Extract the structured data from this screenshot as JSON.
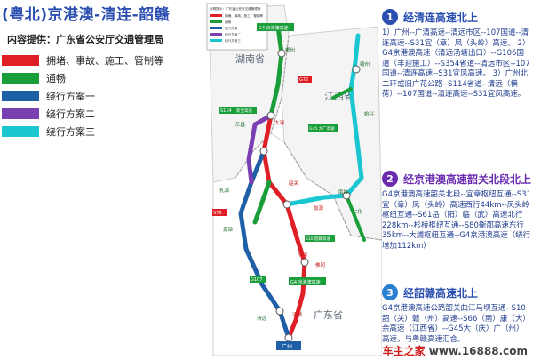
{
  "title": "(粤北)京港澳-清连-韶赣",
  "legend": {
    "source": "内容提供：广东省公安厅交通管理局",
    "items": [
      {
        "label": "拥堵、事故、施工、管制等",
        "color": "#e01e25"
      },
      {
        "label": "通畅",
        "color": "#1a9e3a"
      },
      {
        "label": "绕行方案一",
        "color": "#1f5fa8"
      },
      {
        "label": "绕行方案二",
        "color": "#7a3fb0"
      },
      {
        "label": "绕行方案三",
        "color": "#1ac6d0"
      }
    ]
  },
  "map": {
    "inset_title": "对照提示：广东省公安厅交通管理局",
    "inset_rows": [
      "拥堵、事故、施工、管制等",
      "通畅",
      "绕行方案一",
      "绕行方案二",
      "绕行方案三"
    ],
    "region_labels": {
      "hunan": "湖南省",
      "jiangxi": "江西省",
      "guangdong": "广东省"
    },
    "labels": {
      "g4_top": "G4 京港澳高速",
      "chenzhou": "郴州",
      "g72": "G72",
      "ganzhou": "赣州",
      "s114": "S114",
      "baoqu": "新宝高速",
      "lechang": "乐昌",
      "dapu": "大浦",
      "g45": "G45 大广高速",
      "yaoshan": "乐昌",
      "shixing": "始兴",
      "shaoguan": "韶关",
      "yuhua": "乳源",
      "s76": "S76",
      "youyuan": "源潭",
      "nanxiong": "南雄",
      "yixing": "仁化",
      "s10": "S10 韶赣高速",
      "yangshan": "阳山",
      "g107": "G107",
      "qingyuan": "清远",
      "g4_bottom": "G4 京港澳高速",
      "qingcheng": "清城",
      "guangzhou": "广州",
      "fogang": "佛冈",
      "wengyuan": "翁源"
    }
  },
  "sections": [
    {
      "number": "1",
      "title": "经清连高速北上",
      "color": "#2a4fb0",
      "body": "1）广州--广清高速--清远市区--107国道--清连高速--S31宜（章）凤（头岭）高速。 2）G4京港澳高速（清远汤塘出口）--G106国道（丰迎施工）--S354省道--清远市区--107国道--清连高速--S31宜凤高速。 3）广州北二环或旧广花公路--S114省道--清远（横荷）--107国道--清连高速--S31宜凤高速。"
    },
    {
      "number": "2",
      "title": "经京港澳高速韶关北段北上",
      "color": "#6a2bb0",
      "body": "G4京港澳高速韶关北段--宜章枢纽互通--S31宜（章）凤（头岭）高速西行44km--凤头岭枢纽互通--S61岳（阳）临（武）高速北行228km--杉桥枢纽互通--S80衡邵高速东行35km--大浦枢纽互通--G4京港澳高速（绕行增加112km）"
    },
    {
      "number": "3",
      "title": "经韶赣高速北上",
      "color": "#2a4fb0",
      "body": "G4京港澳高速公路韶关曲江马坝互通--S10韶（关）赣（州）高速--S66（南）康（大）余高速（江西省）--G45大（庆）广（州）高速，与粤赣高速汇合。"
    }
  ],
  "watermark": {
    "left": "车主之家",
    "right": "www.16888.com"
  }
}
